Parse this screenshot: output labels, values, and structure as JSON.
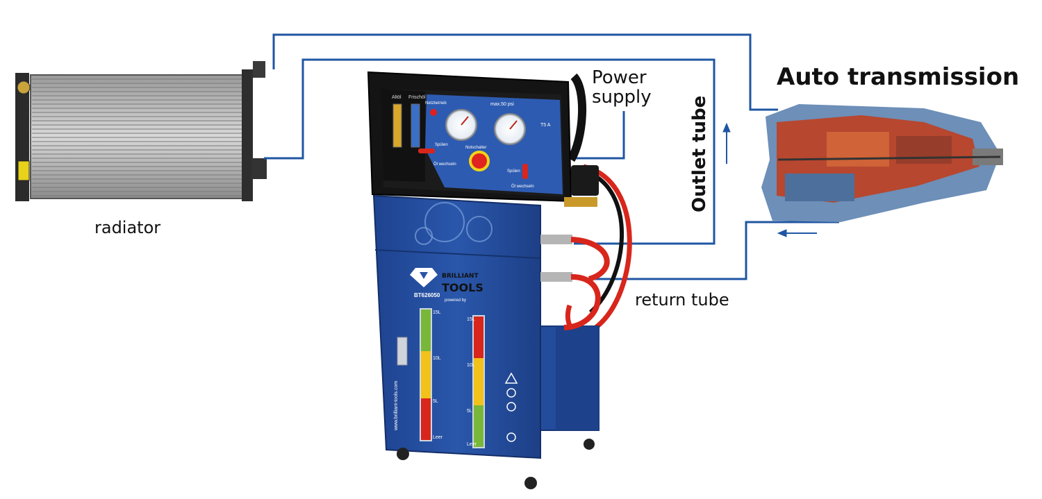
{
  "labels": {
    "radiator": "radiator",
    "power_supply_line1": "Power",
    "power_supply_line2": "supply",
    "outlet_tube": "Outlet tube",
    "return_tube": "return tube",
    "auto_transmission": "Auto transmission"
  },
  "machine": {
    "brand_line1": "BRILLIANT",
    "brand_line2": "TOOLS",
    "model": "BT626050",
    "powered_by": "powered by",
    "website": "www.brilliant-tools.com",
    "panel_altol": "Altöl",
    "panel_frischol": "Frischöl",
    "gauge_label": "max.50 psi",
    "fuse_label": "T5 A",
    "netz_label": "Netzbetrieb",
    "spulen_left": "Spülen",
    "wechseln_left": "Öl wechseln",
    "spulen_right": "Spülen",
    "wechseln_right": "Öl wechseln",
    "notaus_label": "Notschalter",
    "tank_left_marks": [
      "15L",
      "10L",
      "5L",
      "Leer"
    ],
    "tank_right_marks": [
      "15L",
      "10L",
      "5L",
      "Leer"
    ]
  },
  "colors": {
    "tube_line": "#1f56a3",
    "machine_body": "#2a55a8",
    "hose_red": "#d8261c",
    "hose_black": "#111111",
    "panel_black": "#141414",
    "label_text": "#111111"
  },
  "icons": [
    "warning-icon",
    "gloves-icon",
    "eye-protection-icon",
    "no-fire-icon"
  ]
}
